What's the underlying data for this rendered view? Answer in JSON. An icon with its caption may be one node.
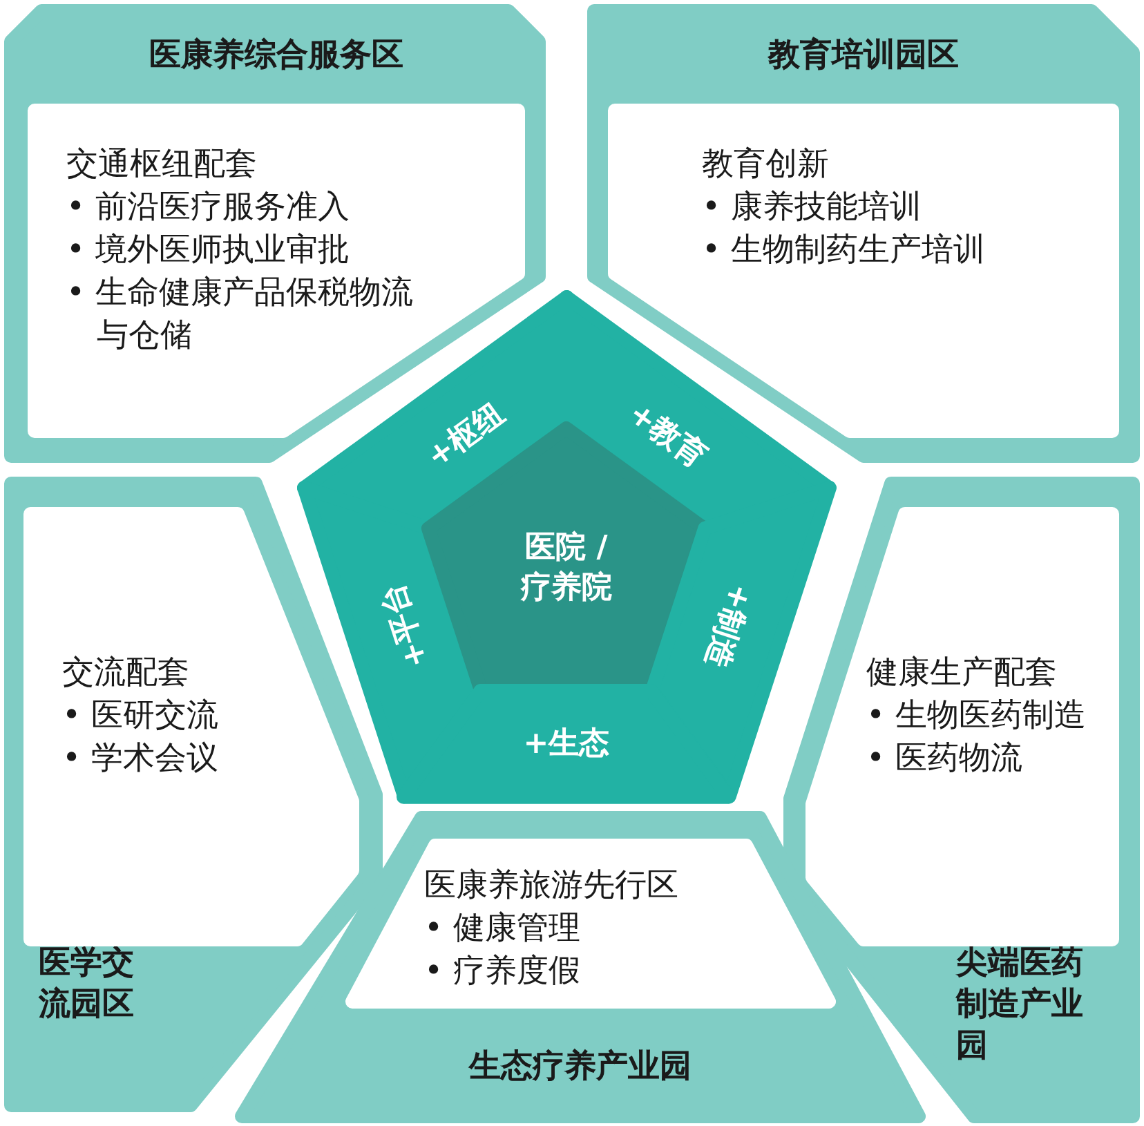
{
  "diagram": {
    "nodes": [
      {
        "text": [
          "医康养综合服务区"
        ]
      },
      {
        "text": [
          "交通枢纽配套",
          "• 前沿医疗服务准入",
          "• 境外医师执业审批",
          "• 生命健康产品保税物流与仓储"
        ],
        "in": 0
      },
      {
        "text": [
          "教育培训园区"
        ]
      },
      {
        "text": [
          "教育创新",
          "• 康养技能培训",
          "• 生物制药生产培训"
        ],
        "in": 2
      },
      {
        "text": [
          "+枢纽"
        ]
      },
      {
        "text": [
          "+教育"
        ]
      },
      {
        "text": [
          "+平台"
        ]
      },
      {
        "text": [
          "医院 /疗养院"
        ]
      },
      {
        "text": [
          "+制造"
        ]
      },
      {
        "text": [
          "医学交流园区"
        ]
      },
      {
        "text": [
          "交流配套",
          "• 医研交流",
          "• 学术会议"
        ],
        "in": 9
      },
      {
        "text": [
          "尖端医药制造产业园"
        ]
      },
      {
        "text": [
          "健康生产配套",
          "• 生物医药制造",
          "• 医药物流"
        ],
        "in": 11
      },
      {
        "text": [
          "+生态"
        ]
      },
      {
        "text": [
          "生态疗养产业园"
        ]
      },
      {
        "text": [
          "医康养旅游先行区",
          "• 健康管理",
          "• 疗养度假"
        ],
        "in": 14
      }
    ],
    "edges": []
  }
}
